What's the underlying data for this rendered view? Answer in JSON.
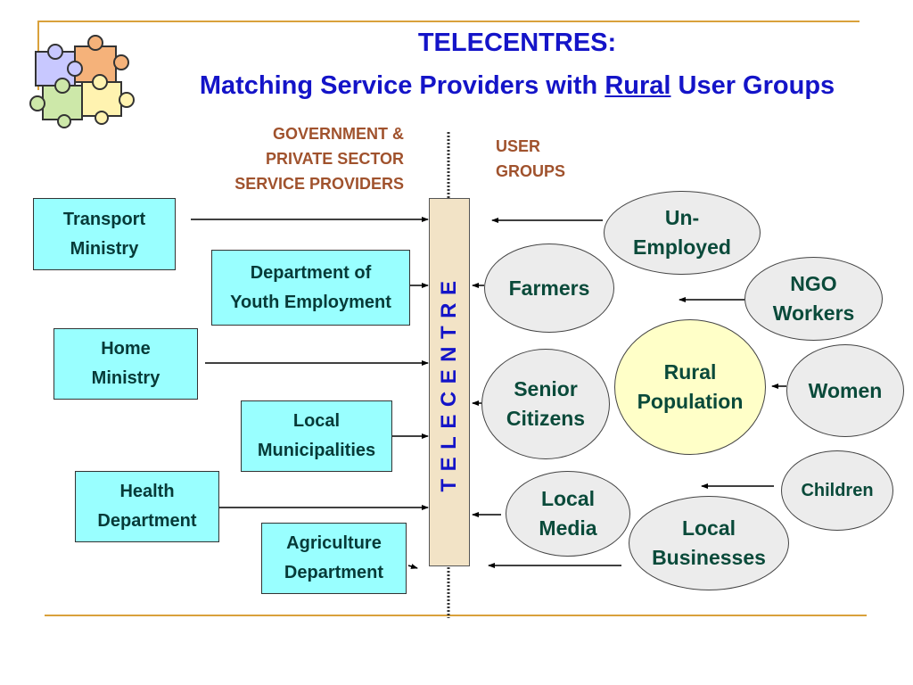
{
  "title": {
    "line1": "TELECENTRES:",
    "line2_prefix": "Matching Service Providers with ",
    "line2_underlined": "Rural",
    "line2_suffix": " User Groups"
  },
  "headers": {
    "providers": [
      "GOVERNMENT &",
      "PRIVATE SECTOR",
      "SERVICE PROVIDERS"
    ],
    "users": [
      "USER",
      "GROUPS"
    ]
  },
  "telecentre_label": "TELECENTRE",
  "providers": [
    {
      "line1": "Transport",
      "line2": "Ministry"
    },
    {
      "line1": "Department of",
      "line2": "Youth Employment"
    },
    {
      "line1": "Home",
      "line2": "Ministry"
    },
    {
      "line1": "Local",
      "line2": "Municipalities"
    },
    {
      "line1": "Health",
      "line2": "Department"
    },
    {
      "line1": "Agriculture",
      "line2": "Department"
    }
  ],
  "user_groups": [
    {
      "line1": "Un-",
      "line2": "Employed"
    },
    {
      "line1": "Farmers",
      "line2": ""
    },
    {
      "line1": "NGO",
      "line2": "Workers"
    },
    {
      "line1": "Rural",
      "line2": "Population"
    },
    {
      "line1": "Senior",
      "line2": "Citizens"
    },
    {
      "line1": "Women",
      "line2": ""
    },
    {
      "line1": "Children",
      "line2": ""
    },
    {
      "line1": "Local",
      "line2": "Media"
    },
    {
      "line1": "Local",
      "line2": "Businesses"
    }
  ],
  "colors": {
    "title": "#1414c8",
    "header": "#a0522d",
    "provider_box": "#99ffff",
    "user_ellipse": "#ececec",
    "rural_ellipse": "#ffffc8",
    "telecentre": "#f2e3c6",
    "rule": "#d9a13b"
  },
  "icons": [
    "puzzle-icon"
  ]
}
